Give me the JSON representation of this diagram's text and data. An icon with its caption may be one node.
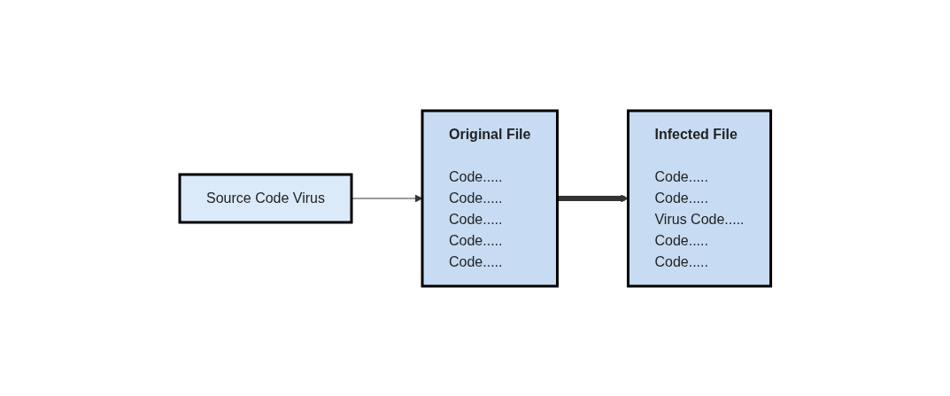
{
  "diagram": {
    "nodes": [
      {
        "text": [
          "Source Code Virus"
        ]
      },
      {
        "text": [
          "Original File",
          "Code.....",
          "Code.....",
          "Code.....",
          "Code.....",
          "Code....."
        ]
      },
      {
        "text": [
          "Infected File",
          "Code.....",
          "Code.....",
          "Virus Code.....",
          "Code.....",
          "Code....."
        ]
      }
    ],
    "edges": [
      {
        "from": 0,
        "to": 1,
        "arrow": "to"
      },
      {
        "from": 1,
        "to": 2,
        "arrow": "to",
        "style": "thick"
      }
    ]
  }
}
